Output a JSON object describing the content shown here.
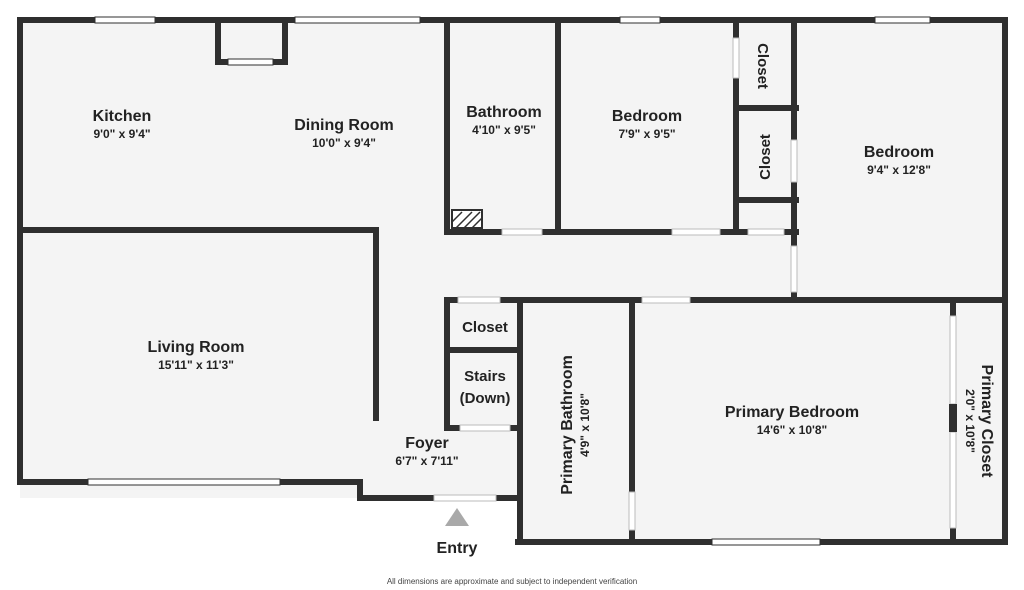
{
  "rooms": {
    "kitchen": {
      "name": "Kitchen",
      "dims": "9'0\" x 9'4\""
    },
    "dining": {
      "name": "Dining Room",
      "dims": "10'0\" x 9'4\""
    },
    "bathroom": {
      "name": "Bathroom",
      "dims": "4'10\" x 9'5\""
    },
    "bedroom1": {
      "name": "Bedroom",
      "dims": "7'9\" x 9'5\""
    },
    "bedroom2": {
      "name": "Bedroom",
      "dims": "9'4\" x 12'8\""
    },
    "closet_top": {
      "name": "Closet"
    },
    "closet_mid": {
      "name": "Closet"
    },
    "living": {
      "name": "Living Room",
      "dims": "15'11\" x 11'3\""
    },
    "closet_hall": {
      "name": "Closet"
    },
    "stairs": {
      "name_line1": "Stairs",
      "name_line2": "(Down)"
    },
    "foyer": {
      "name": "Foyer",
      "dims": "6'7\" x 7'11\""
    },
    "primary_bath": {
      "name": "Primary Bathroom",
      "dims": "4'9\" x 10'8\""
    },
    "primary_bed": {
      "name": "Primary Bedroom",
      "dims": "14'6\" x 10'8\""
    },
    "primary_closet": {
      "name": "Primary Closet",
      "dims": "2'0\" x 10'8\""
    }
  },
  "entry": {
    "label": "Entry"
  },
  "footer": {
    "disclaimer": "All dimensions are approximate and subject to independent verification"
  },
  "colors": {
    "wall": "#2f2f2f",
    "floor": "#f4f4f4",
    "window": "#ffffff",
    "entry_arrow": "#a9a9a9"
  }
}
